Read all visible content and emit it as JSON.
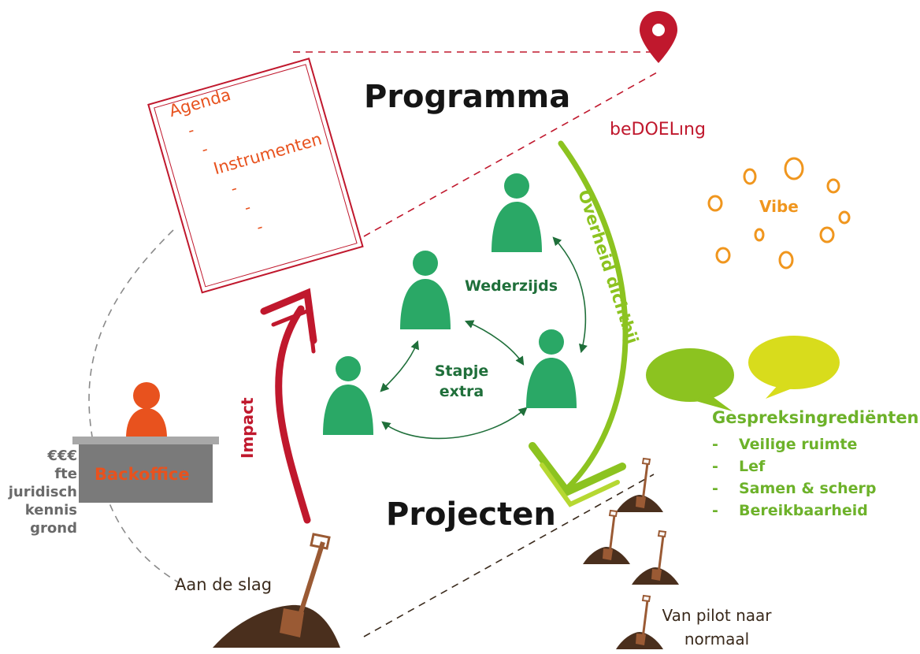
{
  "program": {
    "title": "Programma",
    "goal": "beDOELıng"
  },
  "document": {
    "title": "Agenda",
    "section": "Instrumenten",
    "bullets": [
      "-",
      "-",
      "-",
      "-",
      "-"
    ]
  },
  "people": {
    "mutual_label": "Wederzijds",
    "extra_step_label": "Stapje extra"
  },
  "government": {
    "label": "Overheid dichtbij"
  },
  "vibe": {
    "label": "Vibe"
  },
  "conversation": {
    "heading": "Gespreksingrediënten",
    "items": [
      "Veilige ruimte",
      "Lef",
      "Samen & scherp",
      "Bereikbaarheid"
    ]
  },
  "impact": {
    "label": "Impact"
  },
  "backoffice": {
    "label": "Backoffice",
    "resources": [
      "€€€",
      "fte",
      "juridisch",
      "kennis",
      "grond"
    ]
  },
  "projects": {
    "title": "Projecten",
    "start_label": "Aan de slag",
    "pilot_label": "Van pilot naar normaal"
  },
  "colors": {
    "people_green": "#2aa866",
    "dark_green": "#1f6f3a",
    "lime": "#8cc320",
    "yellow_green": "#d8dc1c",
    "orange": "#e8521e",
    "vibe_orange": "#f0961e",
    "red": "#c0182d",
    "soil": "#5a3a24",
    "shovel": "#9a5a34"
  }
}
